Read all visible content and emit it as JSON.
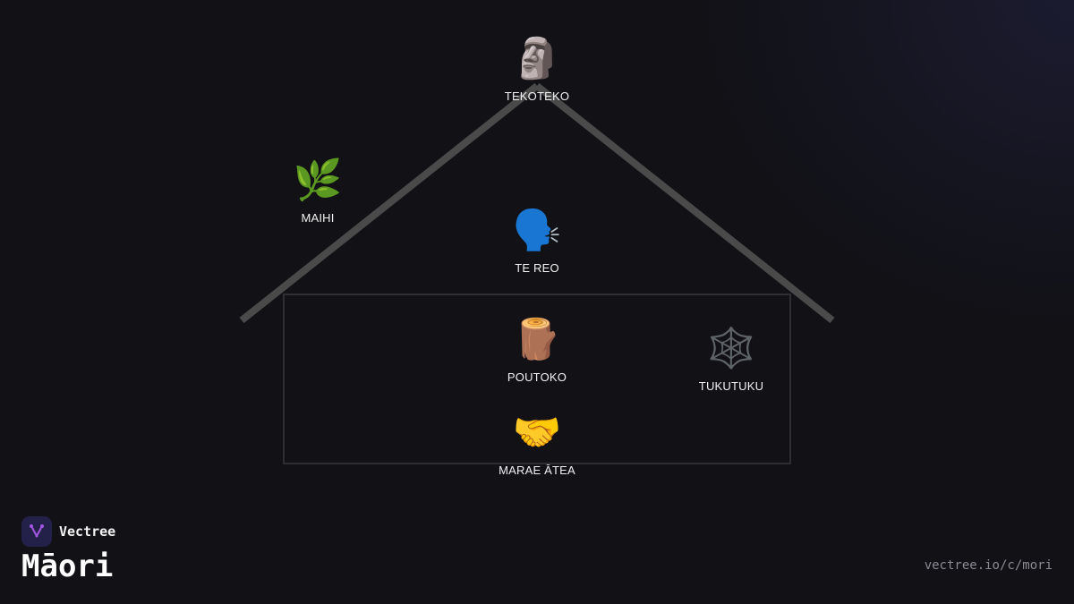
{
  "diagram": {
    "nodes": {
      "tekoteko": {
        "emoji": "🗿",
        "label": "TEKOTEKO"
      },
      "maihi": {
        "emoji": "🌿",
        "label": "MAIHI"
      },
      "te_reo": {
        "emoji": "🗣️",
        "label": "TE REO"
      },
      "poutoko": {
        "emoji": "🪵",
        "label": "POUTOKO"
      },
      "tukutuku": {
        "emoji": "🕸️",
        "label": "TUKUTUKU"
      },
      "marae_atea": {
        "emoji": "🤝",
        "label": "MARAE ĀTEA"
      }
    }
  },
  "brand": {
    "name": "Vectree",
    "logo_icon": "vectree-branch-icon",
    "logo_color": "#a356e0"
  },
  "page": {
    "title": "Māori",
    "url": "vectree.io/c/mori"
  }
}
